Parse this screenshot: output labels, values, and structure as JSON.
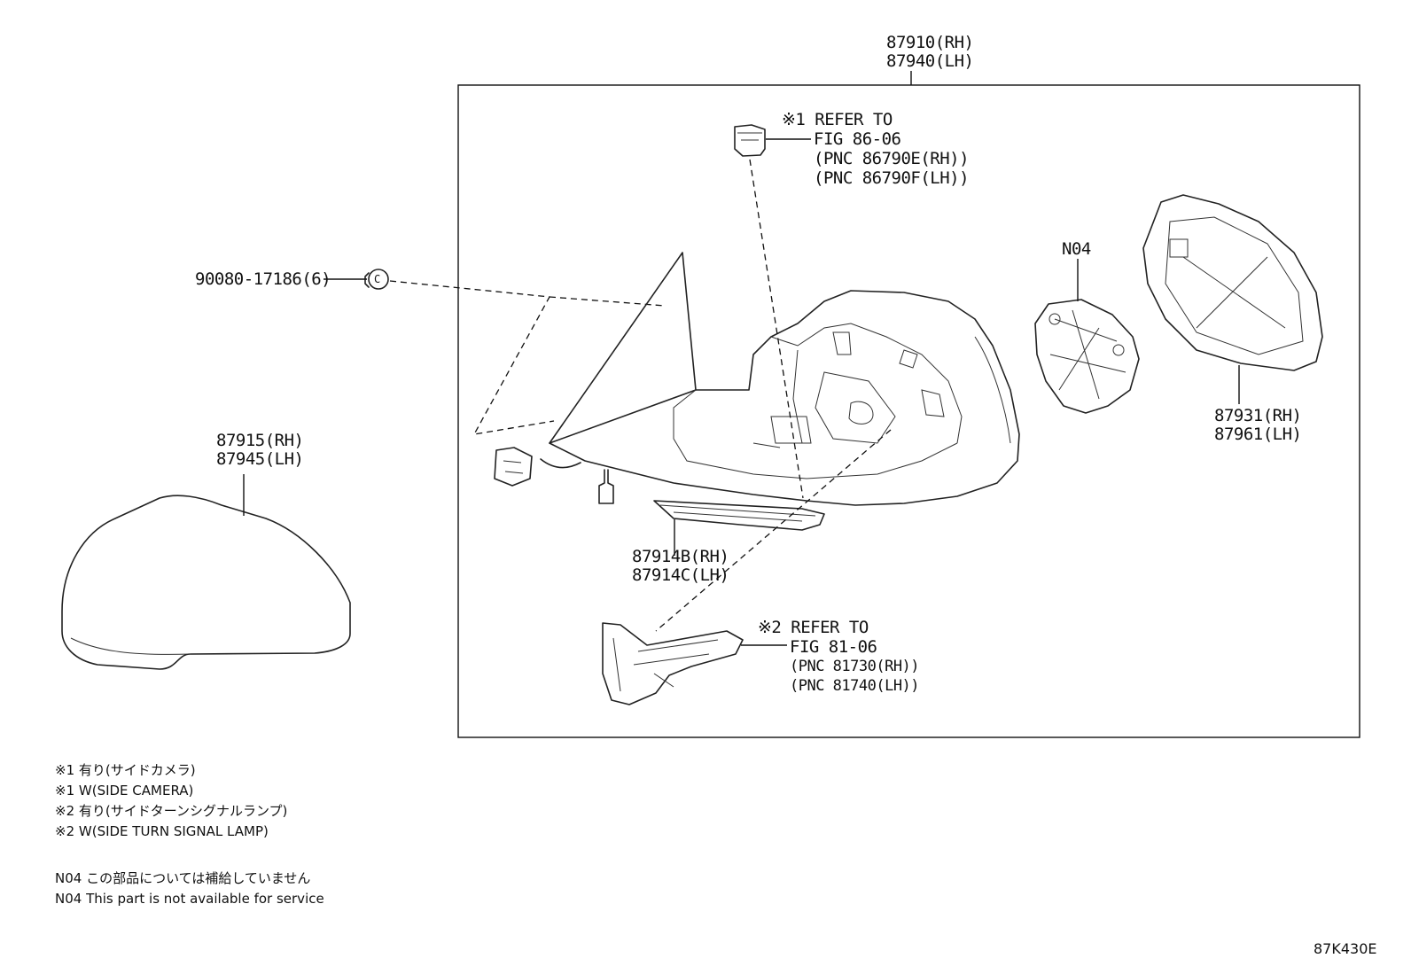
{
  "assembly": {
    "label_rh": "87910(RH)",
    "label_lh": "87940(LH)"
  },
  "camera": {
    "refer_line1": "※1 REFER TO",
    "refer_line2": "FIG 86-06",
    "pnc_rh": "(PNC 86790E(RH))",
    "pnc_lh": "(PNC 86790F(LH))"
  },
  "clip": {
    "label": "90080-17186(6)",
    "symbol": "C"
  },
  "cover": {
    "label_rh": "87915(RH)",
    "label_lh": "87945(LH)"
  },
  "n04_part": {
    "label": "N04"
  },
  "mirror_glass": {
    "label_rh": "87931(RH)",
    "label_lh": "87961(LH)"
  },
  "lower_cover": {
    "label_rh": "87914B(RH)",
    "label_lh": "87914C(LH)"
  },
  "turn_lamp": {
    "refer_line1": "※2 REFER TO",
    "refer_line2": "FIG 81-06",
    "pnc_rh": "(PNC 81730(RH))",
    "pnc_lh": "(PNC 81740(LH))"
  },
  "notes": [
    "※1 有り(サイドカメラ)",
    "※1 W(SIDE CAMERA)",
    "※2 有り(サイドターンシグナルランプ)",
    "※2 W(SIDE TURN SIGNAL LAMP)"
  ],
  "n04_notes": [
    "N04 この部品については補給していません",
    "N04 This part is not available for service"
  ],
  "figure_code": "87K430E"
}
